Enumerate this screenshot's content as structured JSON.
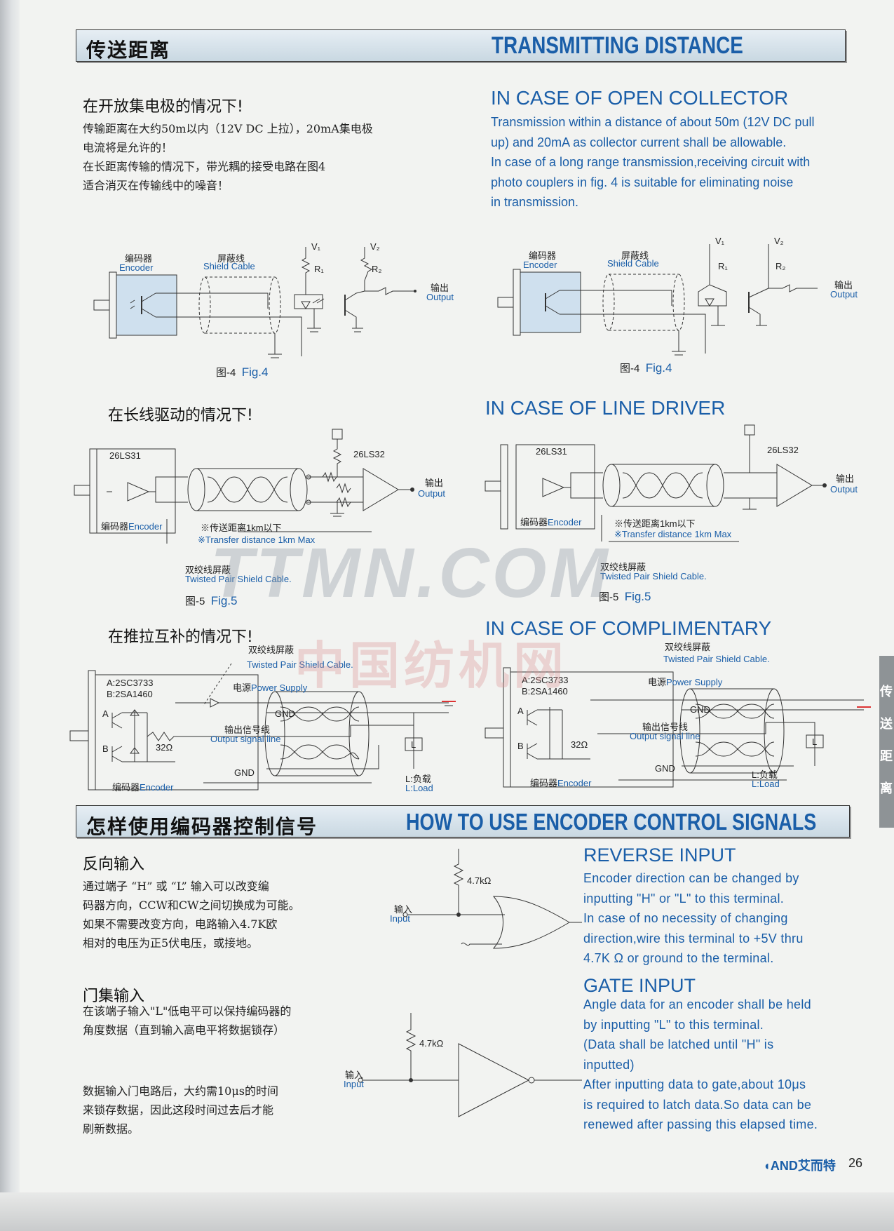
{
  "sec1": {
    "title_cn": "传送距离",
    "title_en": "TRANSMITTING DISTANCE"
  },
  "oc": {
    "cn_heading": "在开放集电极的情况下!",
    "cn_lines": [
      "传输距离在大约50m以内（12V DC 上拉），20mA集电极",
      "电流将是允许的！",
      "在长距离传输的情况下，带光耦的接受电路在图4",
      "适合消灭在传输线中的噪音！"
    ],
    "en_heading": "IN CASE OF OPEN COLLECTOR",
    "en_lines": [
      "Transmission within a distance of about 50m (12V DC pull",
      "up) and 20mA as collector current shall be allowable.",
      "In case of a long range transmission,receiving circuit with",
      "photo couplers in fig. 4 is suitable for eliminating  noise",
      "in transmission."
    ]
  },
  "fig4": {
    "encoder_cn": "编码器",
    "encoder_en": "Encoder",
    "shield_cn": "屏蔽线",
    "shield_en": "Shield Cable",
    "v1": "V₁",
    "v2": "V₂",
    "r1": "R₁",
    "r2": "R₂",
    "out_cn": "输出",
    "out_en": "Output",
    "cap_cn": "图-4",
    "cap_en": "Fig.4"
  },
  "ld": {
    "cn_heading": "在长线驱动的情况下!",
    "en_heading": "IN CASE OF LINE DRIVER"
  },
  "fig5": {
    "driver": "26LS31",
    "receiver": "26LS32",
    "out_cn": "输出",
    "out_en": "Output",
    "enc_cn": "编码器",
    "enc_en": "Encoder",
    "dist_cn": "※传送距离1km以下",
    "dist_en": "※Transfer distance 1km Max",
    "tp_cn": "双绞线屏蔽",
    "tp_en": "Twisted Pair Shield Cable.",
    "cap_cn": "图-5",
    "cap_en": "Fig.5"
  },
  "cp": {
    "cn_heading": "在推拉互补的情况下!",
    "en_heading": "IN CASE OF COMPLIMENTARY"
  },
  "fig6": {
    "tp_cn": "双绞线屏蔽",
    "tp_en": "Twisted Pair Shield Cable.",
    "ta": "A:2SC3733",
    "tb": "B:2SA1460",
    "a": "A",
    "b": "B",
    "res": "32Ω",
    "ps_cn": "电源",
    "ps_en": "Power  Supply",
    "gnd": "GND",
    "sig_cn": "输出信号线",
    "sig_en": "Output  signal  line",
    "l": "L",
    "load_cn": "L:负载",
    "load_en": "L:Load",
    "enc_cn": "编码器",
    "enc_en": "Encoder"
  },
  "sec2": {
    "title_cn": "怎样使用编码器控制信号",
    "title_en": "HOW TO USE ENCODER CONTROL SIGNALS"
  },
  "rev": {
    "cn_heading": "反向输入",
    "cn_lines": [
      "通过端子 “H” 或 “L” 输入可以改变编",
      "码器方向，CCW和CW之间切换成为可能。",
      "如果不需要改变方向，电路输入4.7K欧",
      "相对的电压为正5伏电压，或接地。"
    ],
    "en_heading": "REVERSE INPUT",
    "en_lines": [
      "Encoder direction can be changed by",
      "inputting \"H\" or \"L\" to this terminal.",
      "In case of no necessity of changing",
      "direction,wire this terminal to +5V thru",
      "4.7K Ω  or ground to the terminal."
    ],
    "res": "4.7kΩ",
    "in_cn": "输入",
    "in_en": "Input"
  },
  "gate": {
    "cn_heading": "门集输入",
    "cn_lines1": [
      "在该端子输入\"L\"低电平可以保持编码器的",
      "角度数据（直到输入高电平将数据锁存）"
    ],
    "cn_lines2": [
      "数据输入门电路后，大约需10μs的时间",
      "来锁存数据，因此这段时间过去后才能",
      "刷新数据。"
    ],
    "en_heading": "GATE INPUT",
    "en_lines": [
      "Angle data for an encoder shall be held",
      "by inputting \"L\" to this terminal.",
      "(Data shall be latched until \"H\" is",
      "inputted)",
      "After inputting data to gate,about 10μs",
      "is required to latch data.So data can be",
      "renewed after passing this elapsed time."
    ],
    "res": "4.7kΩ",
    "in_cn": "输入",
    "in_en": "Input"
  },
  "side_tab": "传送距离",
  "watermark1": "TTMN.COM",
  "watermark2": "中国纺机网",
  "footer": {
    "logo": "◖AND艾而特",
    "page": "26"
  }
}
